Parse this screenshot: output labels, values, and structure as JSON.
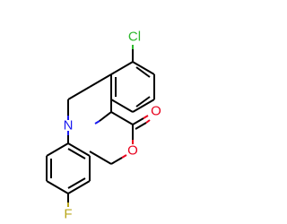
{
  "molecule": {
    "atoms": {
      "chlorine": {
        "label": "Cl",
        "color": "#2db82d"
      },
      "nitrogen": {
        "label": "N",
        "color": "#1a1af0"
      },
      "carbonyl_oxygen": {
        "label": "O",
        "color": "#e8001c"
      },
      "ester_oxygen": {
        "label": "O",
        "color": "#e8001c"
      },
      "fluorine": {
        "label": "F",
        "color": "#b8a61a"
      }
    },
    "bond_color": "#000000"
  }
}
